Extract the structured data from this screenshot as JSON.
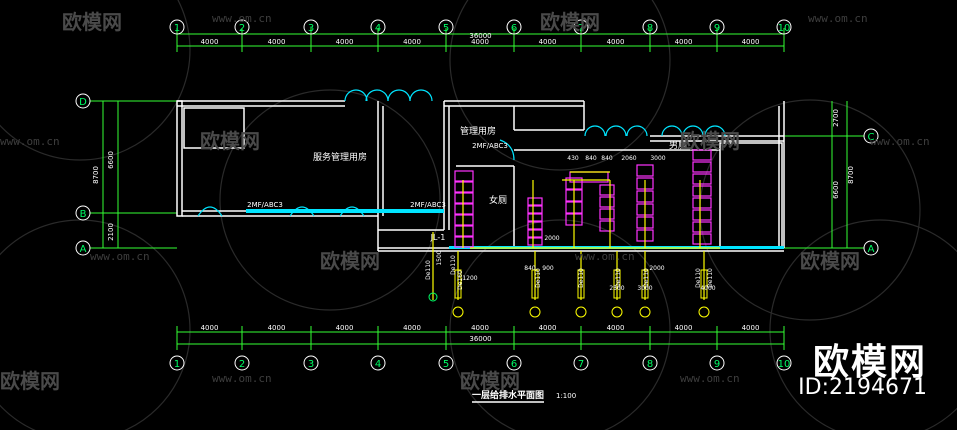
{
  "drawing": {
    "title": "一层给排水平面图",
    "scale": "1:100",
    "total_dimension": "36000",
    "bay_dimension": "4000",
    "grid_columns": [
      "1",
      "2",
      "3",
      "4",
      "5",
      "6",
      "7",
      "8",
      "9",
      "10"
    ],
    "grid_rows_left": [
      "D",
      "B",
      "A"
    ],
    "grid_rows_right": [
      "C",
      "A"
    ],
    "left_dims": [
      "6600",
      "2100",
      "8700"
    ],
    "right_dims": [
      "2700",
      "6600",
      "8700"
    ],
    "rooms": [
      {
        "id": "service",
        "label": "服务管理用房"
      },
      {
        "id": "mgmt",
        "label": "管理用房"
      },
      {
        "id": "womens",
        "label": "女厕"
      },
      {
        "id": "mens",
        "label": "男厕"
      }
    ],
    "equipment_labels": [
      "2MF/ABC3",
      "2MF/ABC3",
      "2MF/ABC3"
    ],
    "riser_label": "JL-1",
    "pipe_labels": [
      "1500",
      "De110",
      "De160",
      "De110",
      "De110",
      "De110",
      "De110",
      "De110",
      "De110",
      "De110"
    ],
    "fixture_dims": [
      "430",
      "840",
      "840",
      "2060",
      "3000",
      "2000",
      "1200",
      "840",
      "900",
      "2000",
      "2500",
      "3000",
      "4000"
    ]
  },
  "watermark": {
    "logo_text": "欧模网",
    "url": "www.om.cn",
    "brand": "欧模网",
    "id": "ID:2194671"
  },
  "colors": {
    "bg": "#000000",
    "dim": "#33ff33",
    "wall": "#ffffff",
    "door": "#00e5ff",
    "fixture": "#ff33ff",
    "pipe": "#ffff00",
    "axis": "#00ff66"
  }
}
